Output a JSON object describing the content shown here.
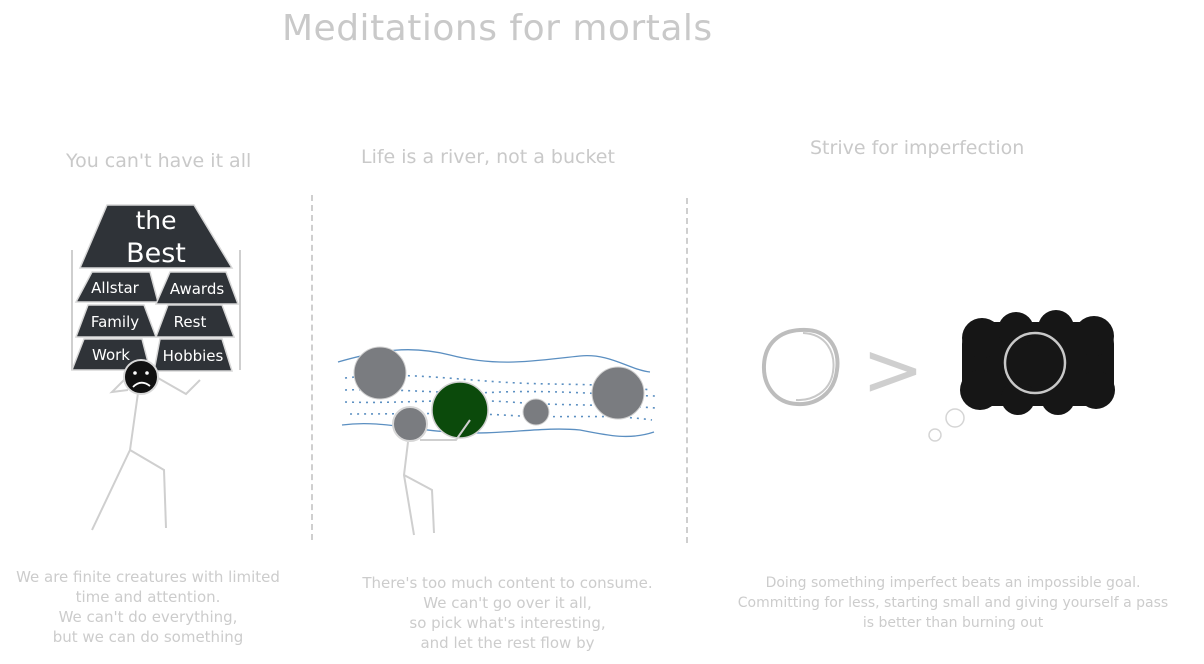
{
  "title": "Meditations for mortals",
  "sections": [
    {
      "heading": "You can't have it all",
      "labels": {
        "top_line1": "the",
        "top_line2": "Best",
        "allstar": "Allstar",
        "awards": "Awards",
        "family": "Family",
        "rest": "Rest",
        "work": "Work",
        "hobbies": "Hobbies"
      },
      "caption": [
        "We are finite creatures with limited",
        "time and attention.",
        "We can't do everything,",
        "but we can do something"
      ]
    },
    {
      "heading": "Life is a river, not a bucket",
      "caption": [
        "There's too much content to consume.",
        "We can't go over it all,",
        "so pick what's interesting,",
        "and let the rest flow by"
      ]
    },
    {
      "heading": "Strive for imperfection",
      "comparison_symbol": ">",
      "caption": [
        "Doing something imperfect beats an impossible goal.",
        "Committing for less, starting small and giving yourself a pass",
        "is better than burning out"
      ]
    }
  ],
  "colors": {
    "ink": "#2f3338",
    "muted_text": "#c9c9c9",
    "river_line": "#5b8fc1",
    "grey_ball": "#7a7c80",
    "green_ball": "#0b4a0b",
    "cloud": "#161616",
    "stroke_light": "#c8c8c8"
  }
}
